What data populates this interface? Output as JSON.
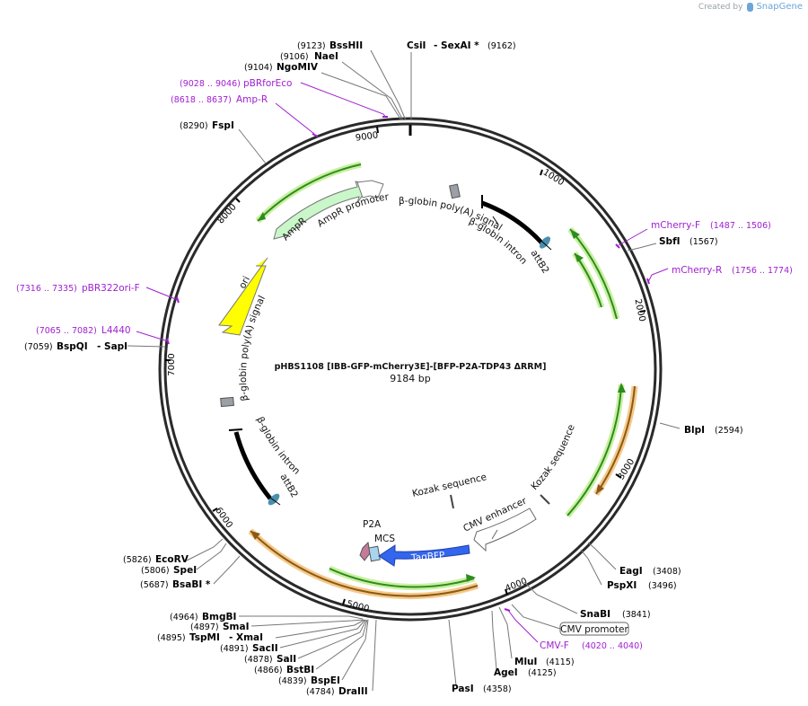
{
  "credit": {
    "prefix": "Created by",
    "brand": "SnapGene"
  },
  "plasmid": {
    "name": "pHBS1108 [IBB-GFP-mCherry3E]-[BFP-P2A-TDP43 ΔRRM]",
    "length_text": "9184 bp",
    "length": 9184
  },
  "ticks": [
    "1000",
    "2000",
    "3000",
    "4000",
    "5000",
    "6000",
    "7000",
    "8000",
    "9000"
  ],
  "sites": [
    {
      "name": "BssHII",
      "pos": "(9123)"
    },
    {
      "name": "NaeI",
      "pos": "(9106)"
    },
    {
      "name": "NgoMIV",
      "pos": "(9104)"
    },
    {
      "name": "CsiI",
      "suffix": "- SexAI *",
      "pos": "(9162)"
    },
    {
      "name": "FspI",
      "pos": "(8290)"
    },
    {
      "name": "SbfI",
      "pos": "(1567)"
    },
    {
      "name": "BspQI",
      "suffix": "- SapI",
      "pos": "(7059)"
    },
    {
      "name": "BlpI",
      "pos": "(2594)"
    },
    {
      "name": "EagI",
      "pos": "(3408)"
    },
    {
      "name": "PspXI",
      "pos": "(3496)"
    },
    {
      "name": "SnaBI",
      "pos": "(3841)"
    },
    {
      "name": "MluI",
      "pos": "(4115)"
    },
    {
      "name": "AgeI",
      "pos": "(4125)"
    },
    {
      "name": "PasI",
      "pos": "(4358)"
    },
    {
      "name": "EcoRV",
      "pos": "(5826)"
    },
    {
      "name": "SpeI",
      "pos": "(5806)"
    },
    {
      "name": "BsaBI *",
      "pos": "(5687)"
    },
    {
      "name": "BmgBI",
      "pos": "(4964)"
    },
    {
      "name": "SmaI",
      "pos": "(4897)"
    },
    {
      "name": "TspMI",
      "suffix": "- XmaI",
      "pos": "(4895)"
    },
    {
      "name": "SacII",
      "pos": "(4891)"
    },
    {
      "name": "SalI",
      "pos": "(4878)"
    },
    {
      "name": "BstBI",
      "pos": "(4866)"
    },
    {
      "name": "BspEI",
      "pos": "(4839)"
    },
    {
      "name": "DraIII",
      "pos": "(4784)"
    }
  ],
  "primers": [
    {
      "name": "pBRforEco",
      "range": "(9028 .. 9046)"
    },
    {
      "name": "Amp-R",
      "range": "(8618 .. 8637)"
    },
    {
      "name": "mCherry-F",
      "range": "(1487 .. 1506)"
    },
    {
      "name": "mCherry-R",
      "range": "(1756 .. 1774)"
    },
    {
      "name": "pBR322ori-F",
      "range": "(7316 .. 7335)"
    },
    {
      "name": "L4440",
      "range": "(7065 .. 7082)"
    },
    {
      "name": "CMV-F",
      "range": "(4020 .. 4040)"
    }
  ],
  "features": {
    "polyA_top": "β-globin poly(A) signal",
    "intron_top": "β-globin intron",
    "attB2_top": "attB2",
    "ampr": "AmpR",
    "ampr_promoter": "AmpR promoter",
    "ori": "ori",
    "polyA_left": "β-globin poly(A) signal",
    "intron_left": "β-globin intron",
    "attB2_left": "attB2",
    "p2a": "P2A",
    "mcs": "MCS",
    "tagbfp": "TagBFP",
    "cmv_enhancer": "CMV enhancer",
    "kozak1": "Kozak sequence",
    "kozak2": "Kozak sequence",
    "cmv_promoter": "CMV promoter"
  },
  "colors": {
    "backbone": "#2a2a2a",
    "primer": "#a020d0",
    "gfp_fill": "#c8f0a0",
    "gfp_line": "#2e8b1e",
    "orange_fill": "#f6c98a",
    "orange_line": "#8b5a14",
    "ampr_fill": "#c9f7c9",
    "ori_fill": "#ffff00",
    "tagbfp": "#3366ee",
    "attb2": "#4a8fae"
  }
}
